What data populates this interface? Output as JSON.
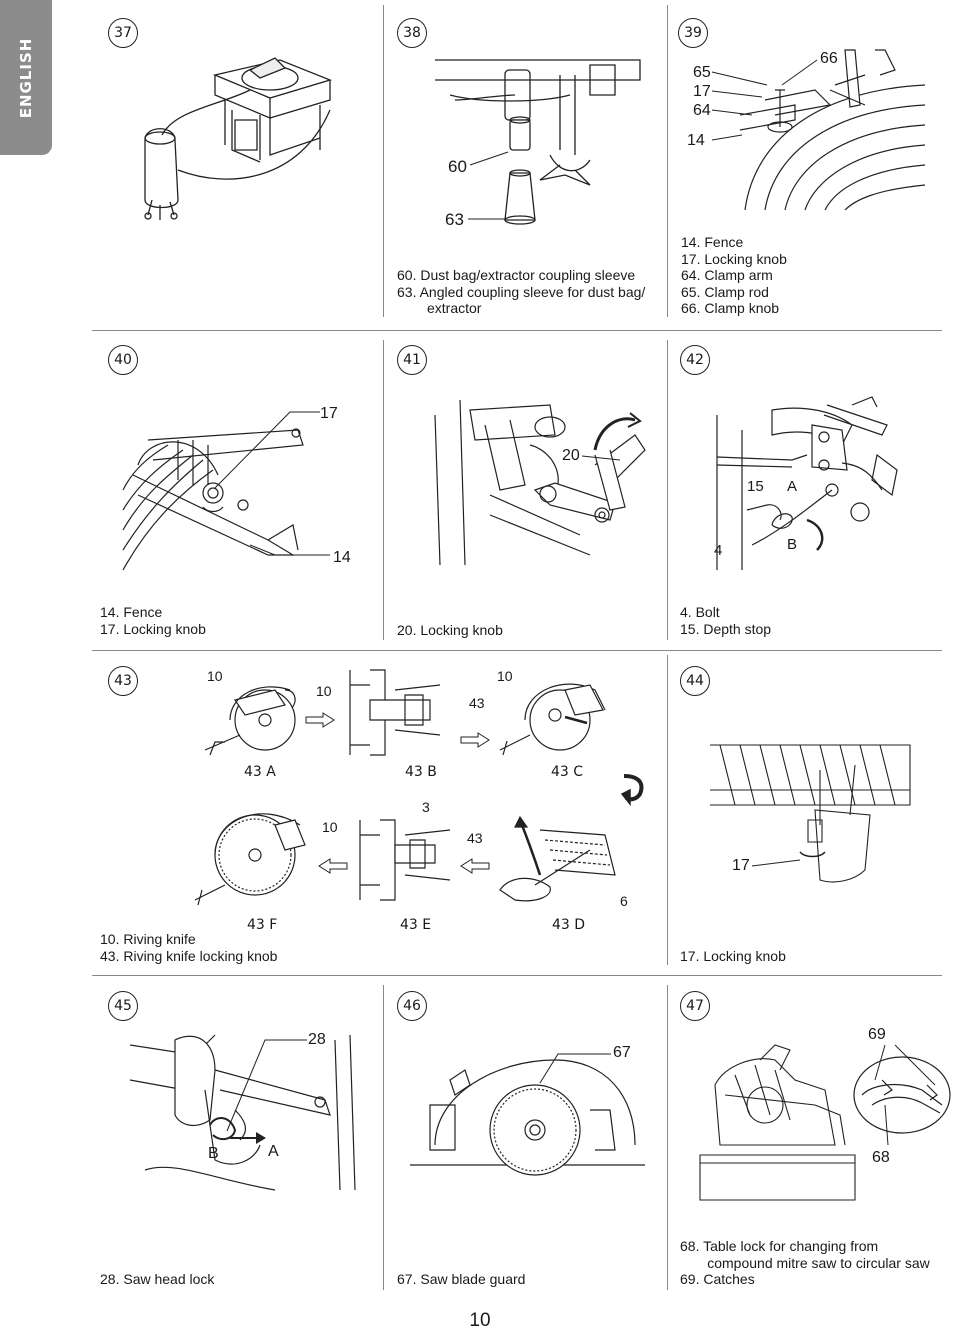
{
  "side_tab": "ENGLISH",
  "page_number": "10",
  "figures": {
    "f37": {
      "num": "37"
    },
    "f38": {
      "num": "38",
      "callouts": [
        "60",
        "63"
      ],
      "caption": [
        "60. Dust bag/extractor coupling sleeve",
        "63. Angled coupling sleeve for dust bag/",
        "extractor"
      ]
    },
    "f39": {
      "num": "39",
      "callouts": [
        "65",
        "17",
        "64",
        "14",
        "66"
      ],
      "caption": [
        "14. Fence",
        "17. Locking knob",
        "64. Clamp arm",
        "65. Clamp rod",
        "66. Clamp knob"
      ]
    },
    "f40": {
      "num": "40",
      "callouts": [
        "17",
        "14"
      ],
      "caption": [
        "14. Fence",
        "17. Locking knob"
      ]
    },
    "f41": {
      "num": "41",
      "callouts": [
        "20"
      ],
      "caption": [
        "20. Locking knob"
      ]
    },
    "f42": {
      "num": "42",
      "callouts": [
        "15",
        "A",
        "4",
        "B"
      ],
      "caption": [
        "4.  Bolt",
        "15. Depth stop"
      ]
    },
    "f43": {
      "num": "43",
      "callouts": [
        "10",
        "10",
        "10",
        "43",
        "10",
        "3",
        "43",
        "6"
      ],
      "subfigs": [
        "43 A",
        "43 B",
        "43 C",
        "43 F",
        "43 E",
        "43 D"
      ],
      "caption": [
        "10. Riving knife",
        "43. Riving knife locking knob"
      ]
    },
    "f44": {
      "num": "44",
      "callouts": [
        "17"
      ],
      "caption": [
        "17. Locking knob"
      ]
    },
    "f45": {
      "num": "45",
      "callouts": [
        "28",
        "B",
        "A"
      ],
      "caption": [
        "28. Saw head lock"
      ]
    },
    "f46": {
      "num": "46",
      "callouts": [
        "67"
      ],
      "caption": [
        "67. Saw blade guard"
      ]
    },
    "f47": {
      "num": "47",
      "callouts": [
        "69",
        "68"
      ],
      "caption": [
        "68.  Table lock for changing from",
        "       compound mitre saw to circular saw",
        "69.  Catches"
      ]
    }
  }
}
